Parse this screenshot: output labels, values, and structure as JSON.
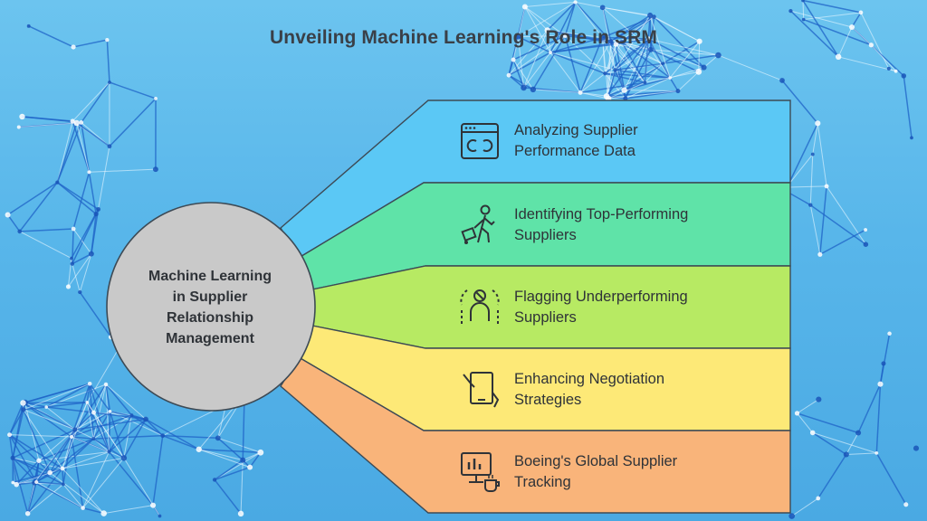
{
  "title": "Unveiling Machine Learning's Role in SRM",
  "center": {
    "lines": [
      "Machine Learning",
      "in Supplier",
      "Relationship",
      "Management"
    ]
  },
  "bands": [
    {
      "lines": [
        "Analyzing Supplier",
        "Performance Data"
      ],
      "color": "#5bc8f5",
      "icon": "browser-window-icon"
    },
    {
      "lines": [
        "Identifying Top-Performing",
        "Suppliers"
      ],
      "color": "#5fe3a8",
      "icon": "delivery-person-icon"
    },
    {
      "lines": [
        "Flagging Underperforming",
        "Suppliers"
      ],
      "color": "#b7ea63",
      "icon": "user-alert-icon"
    },
    {
      "lines": [
        "Enhancing Negotiation",
        "Strategies"
      ],
      "color": "#fde977",
      "icon": "tablet-hand-icon"
    },
    {
      "lines": [
        "Boeing's Global Supplier",
        "Tracking"
      ],
      "color": "#f9b47a",
      "icon": "monitor-coffee-icon"
    }
  ]
}
